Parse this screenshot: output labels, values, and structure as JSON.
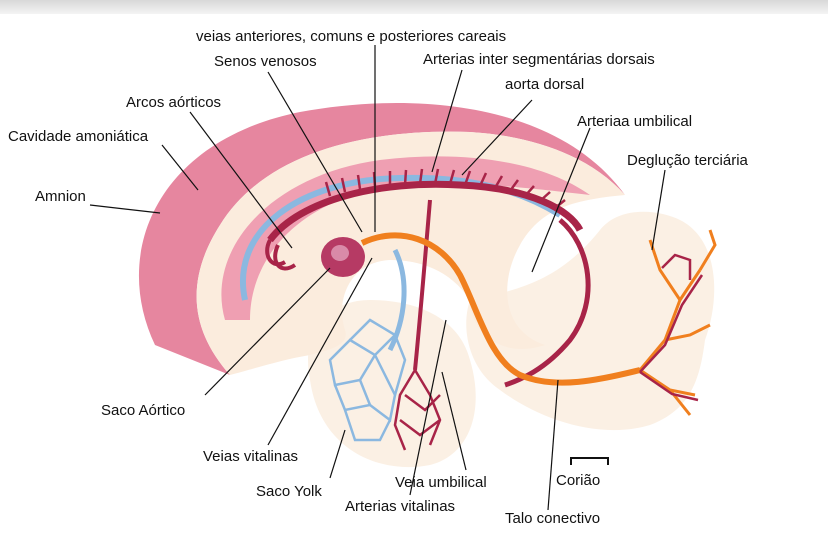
{
  "labels": {
    "veias_ant": "veias anteriores, comuns e posteriores careais",
    "senos": "Senos venosos",
    "arterias_inter": "Arterias inter segmentárias dorsais",
    "aorta_dorsal": "aorta dorsal",
    "arcos": "Arcos aórticos",
    "arteria_umb": "Arteriaa umbilical",
    "cavidade": "Cavidade amoniática",
    "degluc": "Deglução terciária",
    "amnion": "Amnion",
    "saco_aortico": "Saco Aórtico",
    "veias_vit": "Veias vitalinas",
    "veia_umb": "Veia umbilical",
    "saco_yolk": "Saco Yolk",
    "art_vit": "Arterias vitalinas",
    "coriao": "Corião",
    "talo": "Talo conectivo"
  },
  "colors": {
    "amnion_pink": "#e6869f",
    "tissue": "#fbecdd",
    "vein_blue": "#8bb8e0",
    "artery_red": "#a82448",
    "umbilical_orange": "#f07f1e",
    "text": "#111111"
  }
}
